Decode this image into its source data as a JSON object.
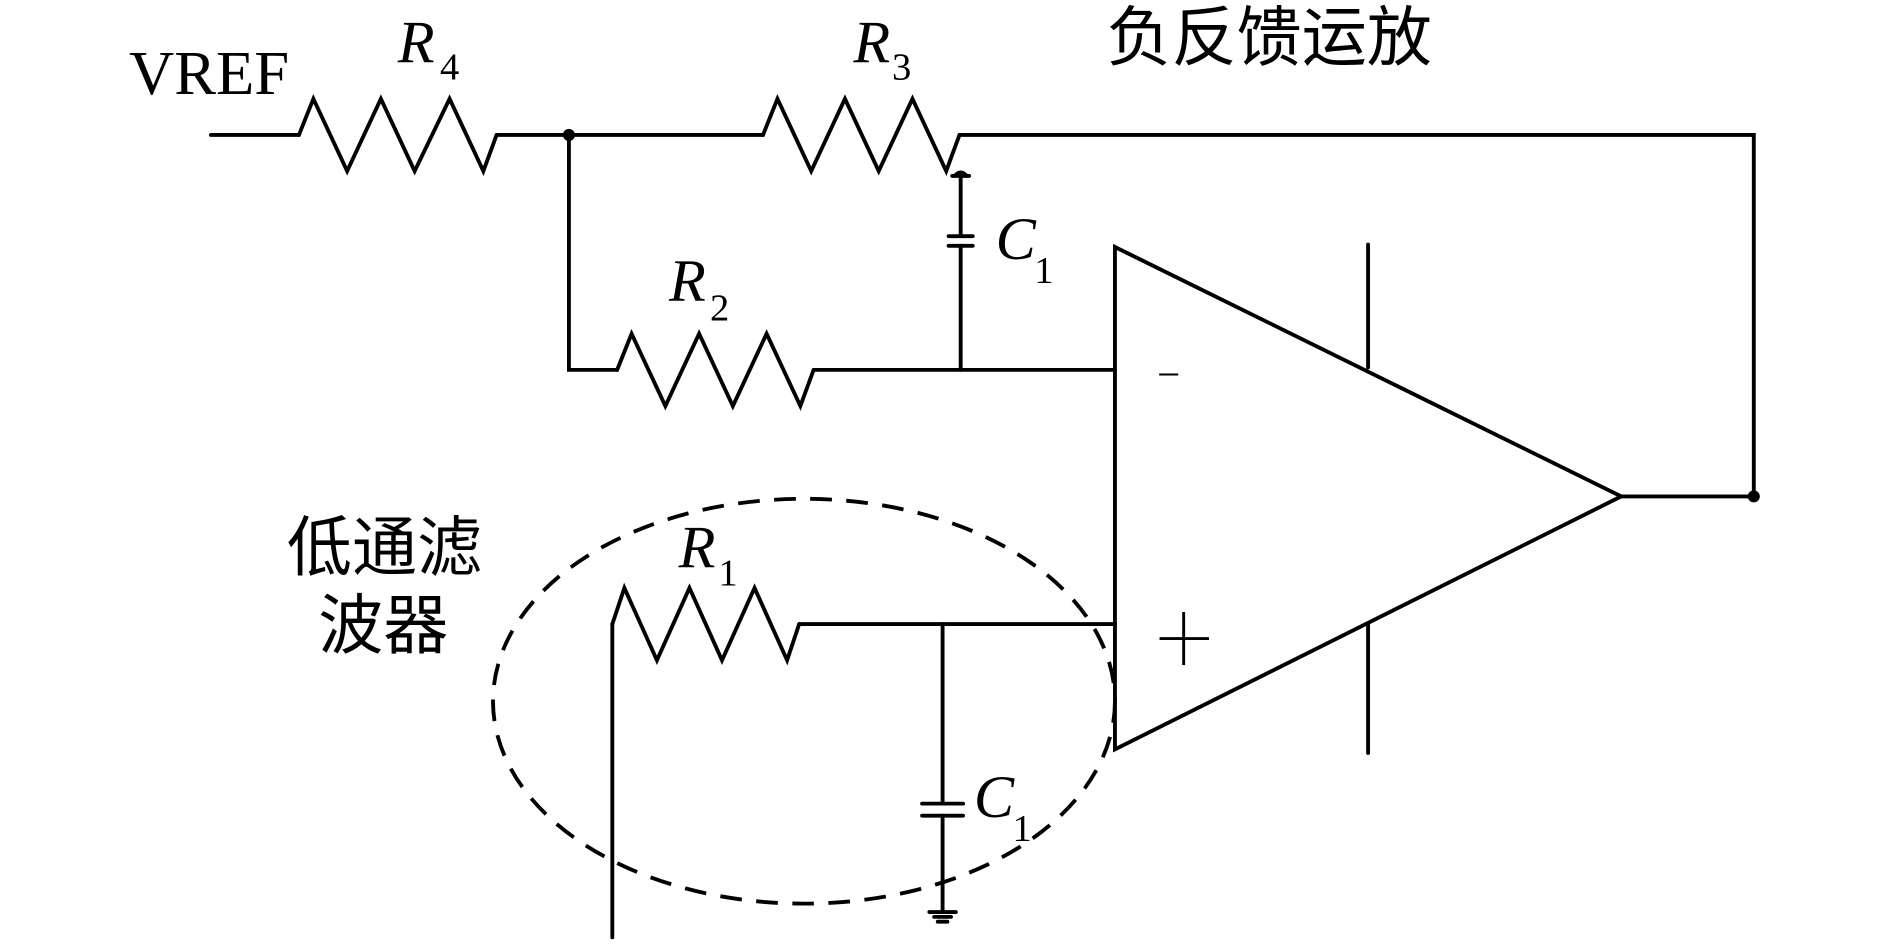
{
  "diagram": {
    "type": "circuit-schematic",
    "title_label": "负反馈运放",
    "filter_label_line1": "低通滤",
    "filter_label_line2": "波器",
    "input_label": "VREF",
    "components": {
      "R4": {
        "symbol": "R",
        "subscript": "4"
      },
      "R3": {
        "symbol": "R",
        "subscript": "3"
      },
      "R2": {
        "symbol": "R",
        "subscript": "2"
      },
      "R1": {
        "symbol": "R",
        "subscript": "1"
      },
      "C1_feedback": {
        "symbol": "C",
        "subscript": "1"
      },
      "C1_filter": {
        "symbol": "C",
        "subscript": "1"
      }
    },
    "opamp": {
      "inverting_sign": "−",
      "noninverting_sign": "+"
    },
    "colors": {
      "stroke": "#000000",
      "background": "#ffffff"
    }
  }
}
